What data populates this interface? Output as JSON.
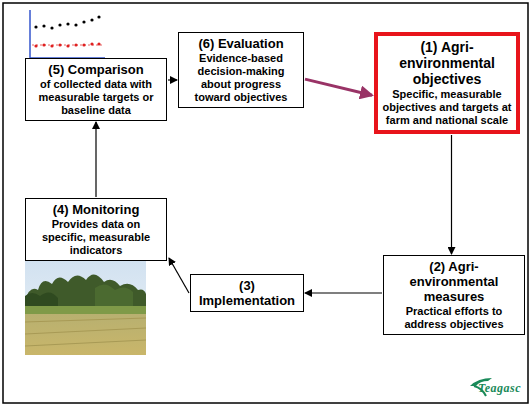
{
  "diagram": {
    "nodes": [
      {
        "text": [
          "(6) Evaluation",
          "Evidence-based decision-making about progress toward objectives"
        ]
      },
      {
        "text": [
          "(1) Agri- environmental objectives",
          "Specific, measurable objectives and targets at farm and national scale"
        ]
      },
      {
        "text": [
          "(5) Comparison",
          "of collected data with measurable targets or baseline data"
        ]
      },
      {
        "text": [
          "(4) Monitoring",
          "Provides data on specific, measurable indicators"
        ]
      },
      {
        "text": [
          "(3) Implementation"
        ]
      },
      {
        "text": [
          "(2) Agri- environmental measures",
          "Practical efforts to address objectives"
        ]
      }
    ],
    "edges": [
      {
        "from": 0,
        "to": 1,
        "arrow": "to"
      },
      {
        "from": 1,
        "to": 5,
        "arrow": "to"
      },
      {
        "from": 5,
        "to": 4,
        "arrow": "to"
      },
      {
        "from": 4,
        "to": 3,
        "arrow": "to"
      },
      {
        "from": 3,
        "to": 2,
        "arrow": "to"
      },
      {
        "from": 2,
        "to": 0,
        "arrow": "to"
      }
    ],
    "labels": [
      "Teagasc"
    ]
  }
}
